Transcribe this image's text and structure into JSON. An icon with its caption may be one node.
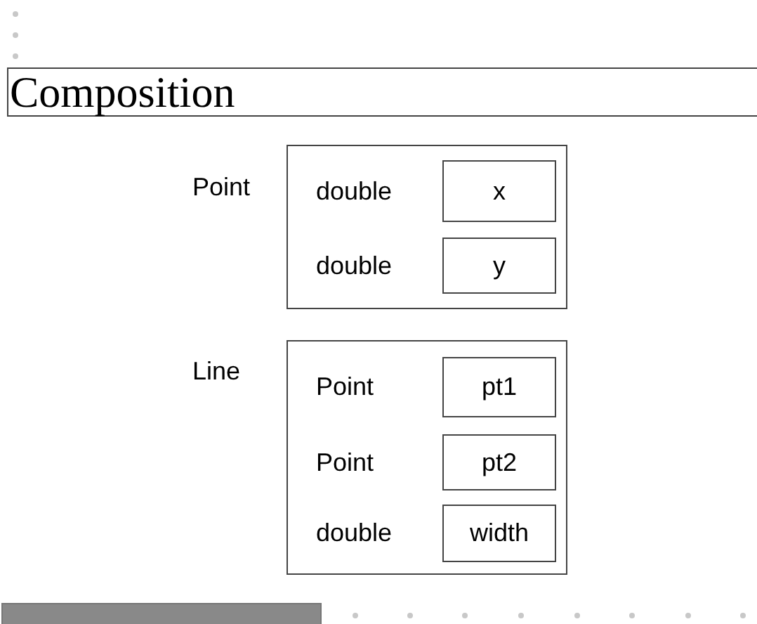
{
  "diagram": {
    "nodes": [
      {
        "text": [
          "Composition"
        ]
      },
      {
        "text": [
          "Point"
        ]
      },
      {
        "text": [
          "x"
        ],
        "in": 1,
        "beside": [
          "double"
        ]
      },
      {
        "text": [
          "y"
        ],
        "in": 1,
        "beside": [
          "double"
        ]
      },
      {
        "text": [
          "Line"
        ]
      },
      {
        "text": [
          "pt1"
        ],
        "in": 4,
        "beside": [
          "Point"
        ]
      },
      {
        "text": [
          "pt2"
        ],
        "in": 4,
        "beside": [
          "Point"
        ]
      },
      {
        "text": [
          "width"
        ],
        "in": 4,
        "beside": [
          "double"
        ]
      }
    ]
  }
}
